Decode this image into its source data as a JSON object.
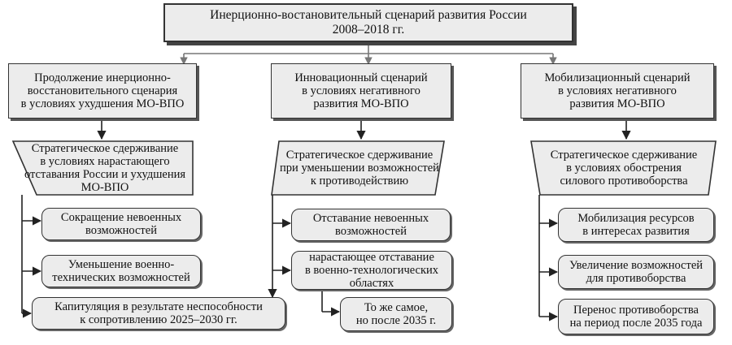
{
  "top": {
    "line1": "Инерционно-востановительный сценарий развития России",
    "line2": "2008–2018 гг."
  },
  "columns": [
    {
      "scenario": [
        "Продолжение инерционно-",
        "восстановительного сценария",
        "в условиях ухудшения МО-ВПО"
      ],
      "strategy": [
        "Стратегическое сдерживание",
        "в условиях нарастающего",
        "отставания России и ухудшения",
        "МО-ВПО"
      ],
      "outcomes": [
        [
          "Сокращение невоенных",
          "возможностей"
        ],
        [
          "Уменьшение военно-",
          "технических возможностей"
        ],
        [
          "Капитуляция в результате неспособности",
          "к сопротивлению 2025–2030 гг."
        ]
      ]
    },
    {
      "scenario": [
        "Инновационный сценарий",
        "в условиях негативного",
        "развития МО-ВПО"
      ],
      "strategy": [
        "Стратегическое сдерживание",
        "при уменьшении возможностей",
        "к противодействию"
      ],
      "outcomes": [
        [
          "Отставание невоенных",
          "возможностей"
        ],
        [
          "нарастающее отставание",
          "в военно-технологических",
          "областях"
        ],
        [
          "То же самое,",
          "но после 2035 г."
        ]
      ]
    },
    {
      "scenario": [
        "Мобилизационный сценарий",
        "в условиях негативного",
        "развития МО-ВПО"
      ],
      "strategy": [
        "Стратегическое сдерживание",
        "в условиях обострения",
        "силового противоборства"
      ],
      "outcomes": [
        [
          "Мобилизация ресурсов",
          "в интересах развития"
        ],
        [
          "Увеличение возможностей",
          "для противоборства"
        ],
        [
          "Перенос противоборства",
          "на период после 2035 года"
        ]
      ]
    }
  ]
}
